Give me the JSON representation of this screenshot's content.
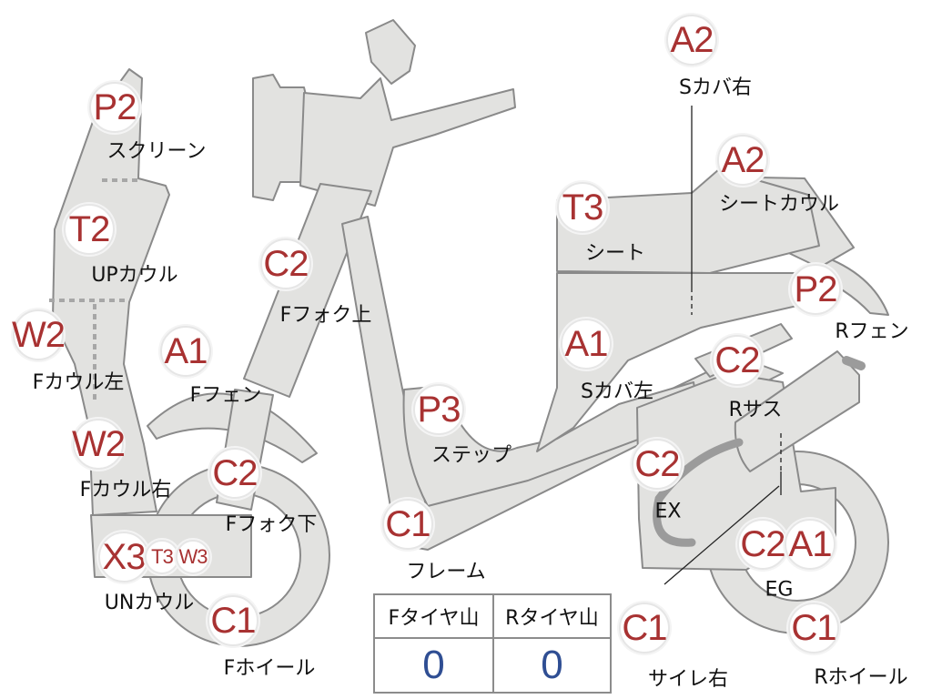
{
  "parts": [
    {
      "code": "P2",
      "label": "スクリーン"
    },
    {
      "code": "T2",
      "label": "UPカウル"
    },
    {
      "code": "W2",
      "label": "Fカウル左"
    },
    {
      "code": "W2",
      "label": "Fカウル右"
    },
    {
      "code": "X3",
      "label": "UNカウル"
    },
    {
      "code": "T3",
      "label": ""
    },
    {
      "code": "W3",
      "label": ""
    },
    {
      "code": "C2",
      "label": "Fフォク上"
    },
    {
      "code": "A1",
      "label": "Fフェン"
    },
    {
      "code": "C2",
      "label": "Fフォク下"
    },
    {
      "code": "C1",
      "label": "Fホイール"
    },
    {
      "code": "P3",
      "label": "ステップ"
    },
    {
      "code": "C1",
      "label": "フレーム"
    },
    {
      "code": "A2",
      "label": "Sカバ右"
    },
    {
      "code": "A2",
      "label": "シートカウル"
    },
    {
      "code": "T3",
      "label": "シート"
    },
    {
      "code": "P2",
      "label": "Rフェン"
    },
    {
      "code": "A1",
      "label": "Sカバ左"
    },
    {
      "code": "C2",
      "label": "Rサス"
    },
    {
      "code": "C2",
      "label": "EX"
    },
    {
      "code": "C2",
      "label": "EG"
    },
    {
      "code": "A1",
      "label": ""
    },
    {
      "code": "C1",
      "label": "サイレ右"
    },
    {
      "code": "C1",
      "label": "Rホイール"
    }
  ],
  "tire_table": {
    "front_header": "Fタイヤ山",
    "rear_header": "Rタイヤ山",
    "front_value": "0",
    "rear_value": "0"
  },
  "colors": {
    "part_fill": "#e2e2e0",
    "part_outline": "#8a8a8a",
    "code_text": "#a83232",
    "tire_value": "#2f4e93"
  }
}
